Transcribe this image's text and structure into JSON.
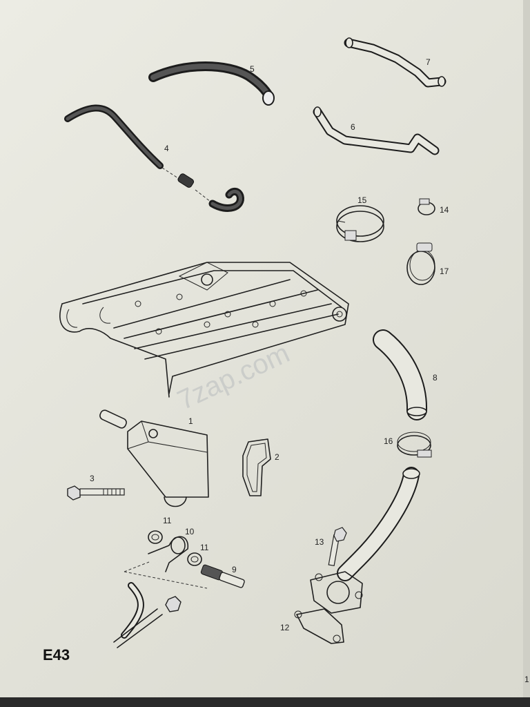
{
  "diagram_code": "E43",
  "watermark": "7zap.com",
  "parts": [
    {
      "id": "cylinder-head-cover",
      "label": "1"
    },
    {
      "id": "gasket",
      "label": "2"
    },
    {
      "id": "bolt",
      "label": "3"
    },
    {
      "id": "vent-hose-assembly",
      "label": "4"
    },
    {
      "id": "vent-hose",
      "label": "5"
    },
    {
      "id": "pipe",
      "label": "6"
    },
    {
      "id": "pipe",
      "label": "7"
    },
    {
      "id": "hose",
      "label": "8"
    },
    {
      "id": "banjo-bolt",
      "label": "9"
    },
    {
      "id": "banjo-union",
      "label": "10"
    },
    {
      "id": "seal-ring",
      "label": "11"
    },
    {
      "id": "seal-ring",
      "label": "11"
    },
    {
      "id": "pipe-flange",
      "label": "12"
    },
    {
      "id": "stud",
      "label": "13"
    },
    {
      "id": "clamp",
      "label": "14"
    },
    {
      "id": "clamp",
      "label": "15"
    },
    {
      "id": "clamp",
      "label": "16"
    },
    {
      "id": "clamp",
      "label": "17"
    }
  ],
  "edge_number": "1"
}
